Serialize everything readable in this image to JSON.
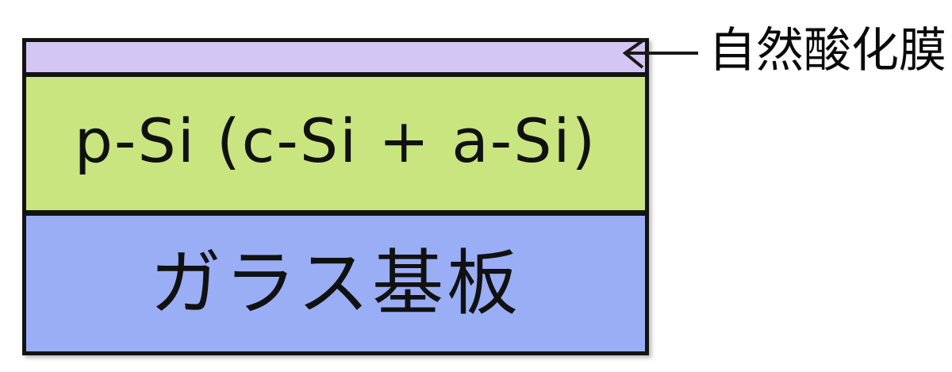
{
  "diagram": {
    "description": "Cross-section schematic of a thin-film silicon stack on a glass substrate",
    "background_color": "#ffffff",
    "border_color": "#131313",
    "stack": {
      "layers": [
        {
          "name": "native-oxide",
          "label": "",
          "color": "#d3c6f4"
        },
        {
          "name": "p-si",
          "label": "p-Si (c-Si + a-Si)",
          "color": "#c9e57f"
        },
        {
          "name": "glass-substrate",
          "label": "ガラス基板",
          "color": "#9aaef5"
        }
      ]
    },
    "annotation": {
      "label": "自然酸化膜",
      "points_to": "native-oxide",
      "arrow_color": "#1a1a1a"
    }
  }
}
